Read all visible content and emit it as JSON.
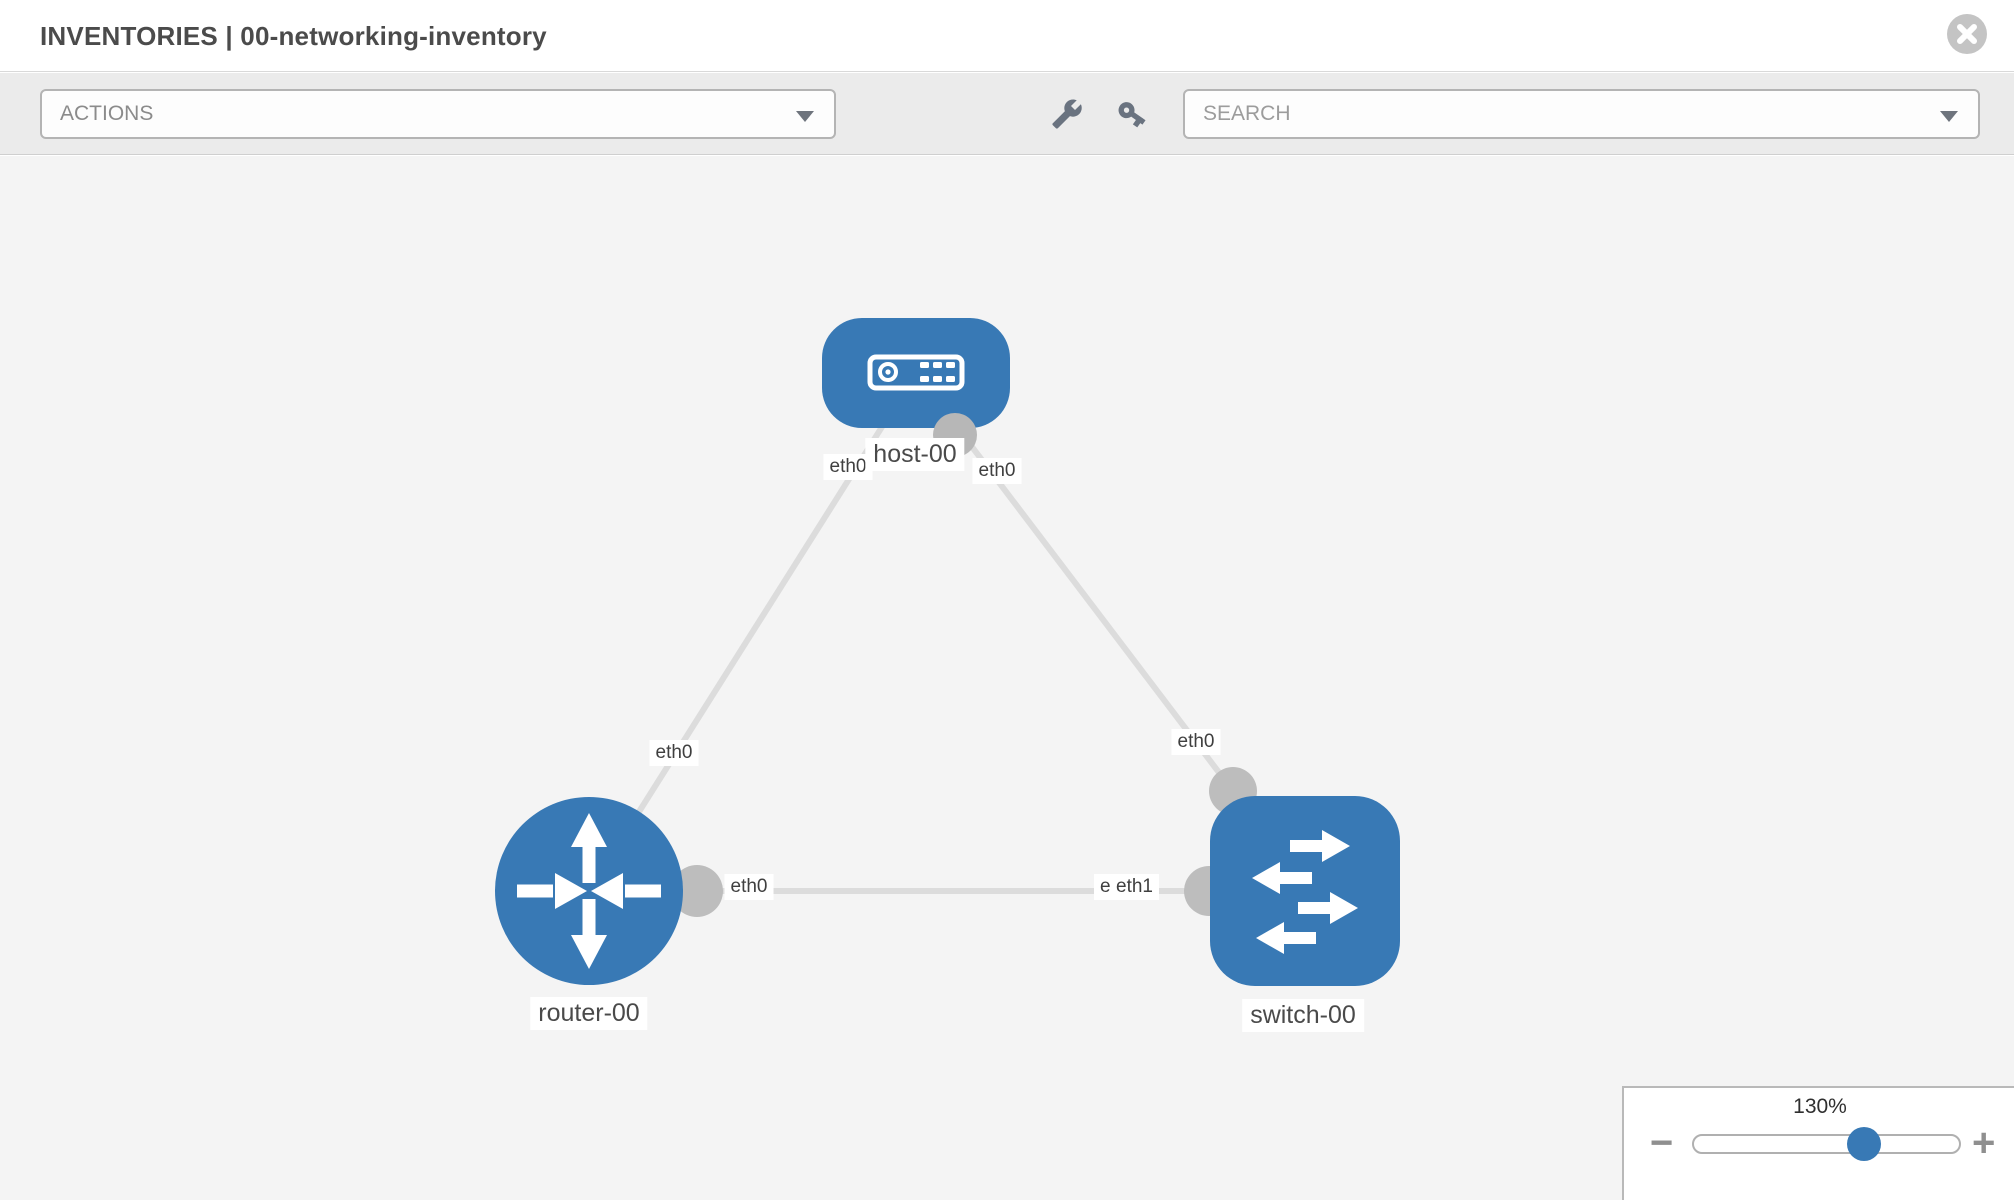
{
  "header": {
    "title": "INVENTORIES | 00-networking-inventory"
  },
  "toolbar": {
    "actions_label": "ACTIONS",
    "search_placeholder": "SEARCH"
  },
  "topology": {
    "nodes": [
      {
        "id": "host-00",
        "type": "host",
        "label": "host-00"
      },
      {
        "id": "router-00",
        "type": "router",
        "label": "router-00"
      },
      {
        "id": "switch-00",
        "type": "switch",
        "label": "switch-00"
      }
    ],
    "links": [
      {
        "from": "host-00",
        "to": "router-00",
        "from_interface": "eth0",
        "to_interface": "eth0"
      },
      {
        "from": "host-00",
        "to": "switch-00",
        "from_interface": "eth0",
        "to_interface": "eth0"
      },
      {
        "from": "router-00",
        "to": "switch-00",
        "from_interface": "eth0",
        "to_interface": "eth1"
      }
    ],
    "interface_labels": {
      "link1_host": "eth0",
      "link1_router": "eth0",
      "link2_host": "eth0",
      "link2_switch": "eth0",
      "link3_router": "eth0",
      "link3_switch_back": "eth0",
      "link3_switch_front": "eth1"
    }
  },
  "zoom_control": {
    "level": "130%",
    "zoom_out": "−",
    "zoom_in": "+",
    "slider_percent": 64
  },
  "colors": {
    "node_blue": "#3879b5",
    "link_gray": "#dcdcdc",
    "connector_gray": "#bdbdbd"
  }
}
